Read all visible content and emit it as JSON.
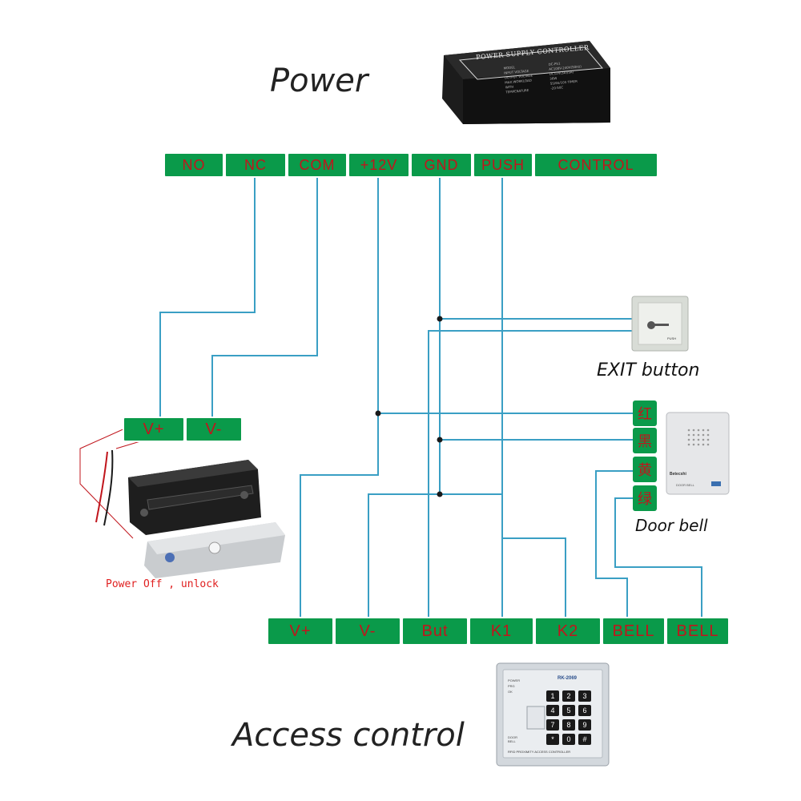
{
  "labels": {
    "power": "Power",
    "access_control": "Access control",
    "exit_button": "EXIT button",
    "door_bell": "Door bell",
    "unlock_note": "Power Off , unlock"
  },
  "power_supply": {
    "title": "POWER SUPPLY CONTROLLER",
    "spec_rows": [
      "MODEL",
      "INPUT VOLTAGE",
      "OUTPUT VOLTAGE",
      "MAX.WORKLOAD",
      "WITH",
      "TEMPERATURE"
    ],
    "spec_values": [
      "DC-PS1",
      "AC100V-240V(50Hz)",
      "DC12V(3A)(5A)",
      "36W",
      "5S/6S/10S TIMER",
      "-20-50C"
    ]
  },
  "power_terminals": [
    "NO",
    "NC",
    "COM",
    "+12V",
    "GND",
    "PUSH",
    "CONTROL"
  ],
  "lock_terminals": [
    "V+",
    "V-"
  ],
  "bell_terminals": [
    "红",
    "黑",
    "黄",
    "绿"
  ],
  "controller_terminals": [
    "V+",
    "V-",
    "But",
    "K1",
    "K2",
    "BELL",
    "BELL"
  ],
  "exit_device": {
    "label": "PUSH"
  },
  "doorbell_device": {
    "brand": "Betecshi",
    "name": "DOOR BELL"
  },
  "keypad": {
    "model": "RK-2069",
    "indicators": [
      "POWER",
      "PRG",
      "OK"
    ],
    "keys": [
      "1",
      "2",
      "3",
      "4",
      "5",
      "6",
      "7",
      "8",
      "9",
      "*",
      "0",
      "#"
    ],
    "bottom_text": "RFID PROXIMITY ACCESS CONTROLLER",
    "door_bell_text": "DOOR BELL"
  },
  "colors": {
    "terminal_green": "#0a9a4a",
    "terminal_text": "#c0151c",
    "wire": "#3a9fc4"
  }
}
